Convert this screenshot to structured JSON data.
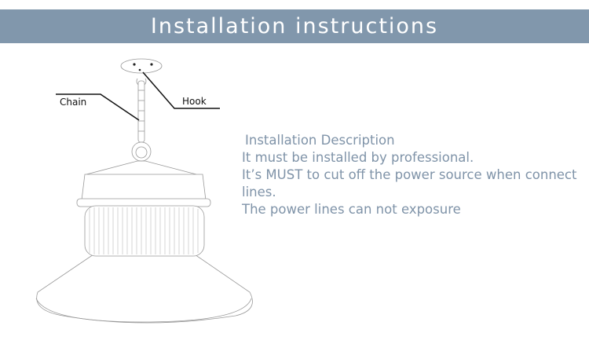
{
  "banner": {
    "title": "Installation instructions",
    "color": "#8197ac"
  },
  "labels": {
    "chain": "Chain",
    "hook": "Hook"
  },
  "description": {
    "title": "Installation Description",
    "lines": [
      "It must be installed by professional.",
      "It’s MUST to cut off the power source when connect lines.",
      "The power lines can not exposure"
    ],
    "color": "#7f93a8"
  }
}
